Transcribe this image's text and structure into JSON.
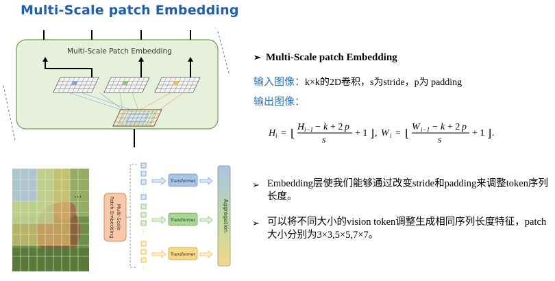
{
  "title": "Multi-Scale patch Embedding",
  "diagram_top": {
    "label": "Multi-Scale Patch Embedding"
  },
  "diagram_bottom": {
    "mspe_label_line1": "Multi-Scale",
    "mspe_label_line2": "Patch Embedding",
    "transformer_label": "Transformer",
    "aggregation_label": "Aggregation",
    "colors": {
      "blue": "#7fa6d6",
      "green": "#8fc77a",
      "yellow": "#f1c24b",
      "orange_box": "#f7c9a8"
    }
  },
  "heading": "Multi-Scale patch Embedding",
  "input": {
    "label": "输入图像：",
    "text": "k×k的2D卷积，s为stride，p为 padding"
  },
  "output": {
    "label": "输出图像："
  },
  "bullets": [
    "Embedding层使我们能够通过改变stride和padding来调整token序列长度。",
    "可以将不同大小的vision token调整生成相同序列长度特征，patch大小分别为3×3,5×5,7×7。"
  ]
}
